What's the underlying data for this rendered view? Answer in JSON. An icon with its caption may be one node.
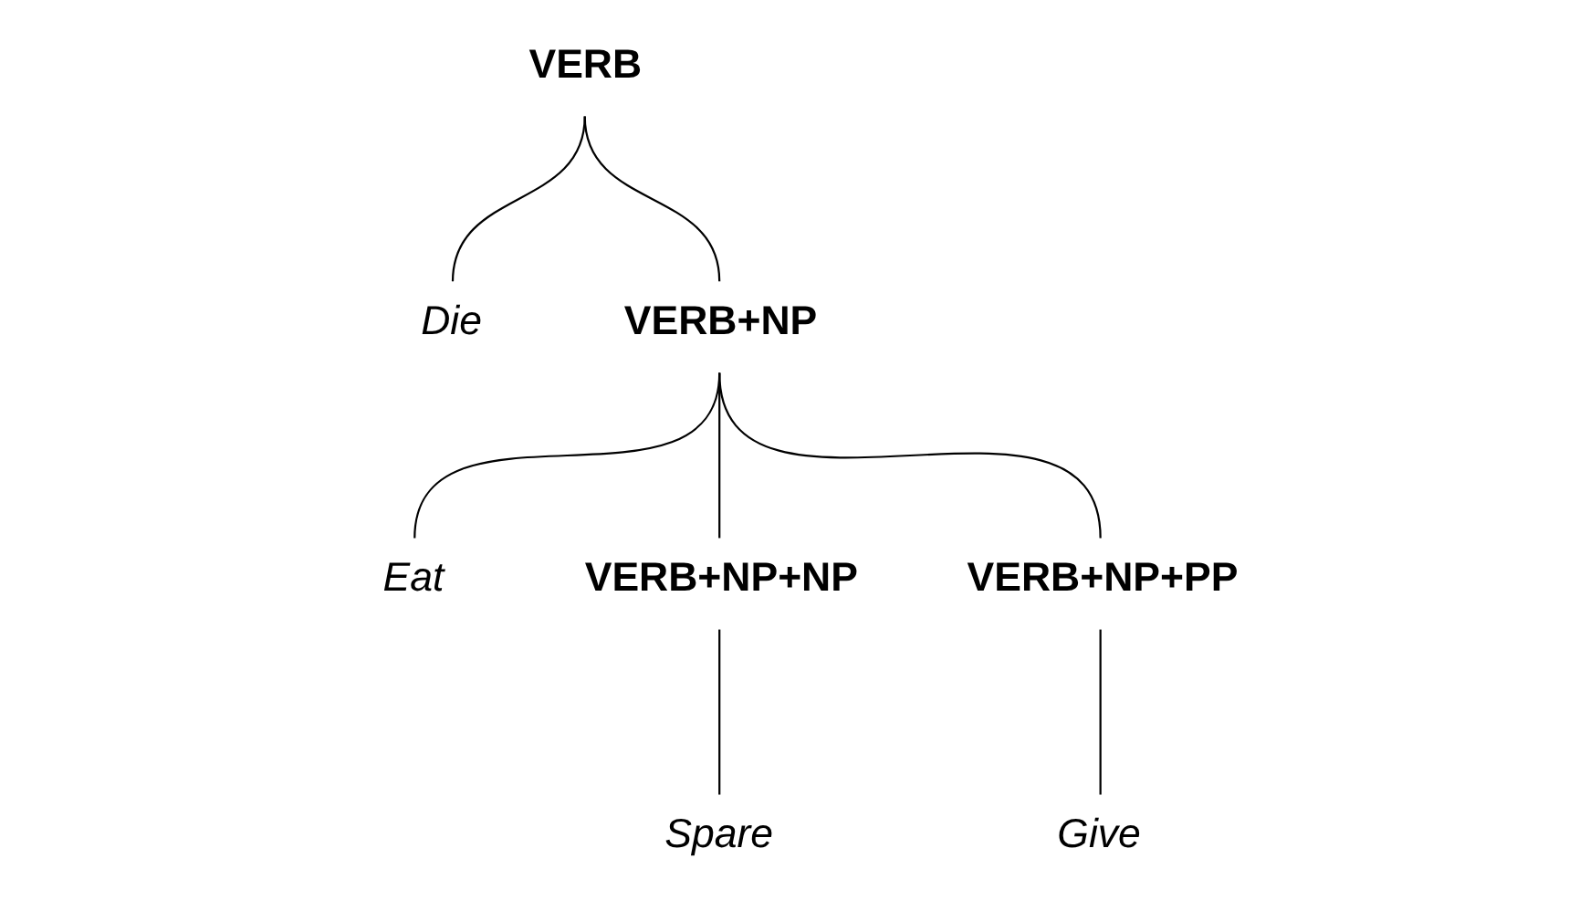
{
  "diagram": {
    "nodes": [
      {
        "text": [
          "VERB"
        ]
      },
      {
        "text": [
          "Die"
        ]
      },
      {
        "text": [
          "VERB+NP"
        ]
      },
      {
        "text": [
          "Eat"
        ]
      },
      {
        "text": [
          "VERB+NP+NP"
        ]
      },
      {
        "text": [
          "VERB+NP+PP"
        ]
      },
      {
        "text": [
          "Spare"
        ]
      },
      {
        "text": [
          "Give"
        ]
      }
    ],
    "edges": [
      {
        "from": 0,
        "to": 1,
        "arrow": "none"
      },
      {
        "from": 0,
        "to": 2,
        "arrow": "none"
      },
      {
        "from": 2,
        "to": 3,
        "arrow": "none"
      },
      {
        "from": 2,
        "to": 4,
        "arrow": "none"
      },
      {
        "from": 2,
        "to": 5,
        "arrow": "none"
      },
      {
        "from": 4,
        "to": 6,
        "arrow": "none"
      },
      {
        "from": 5,
        "to": 7,
        "arrow": "none"
      }
    ]
  }
}
